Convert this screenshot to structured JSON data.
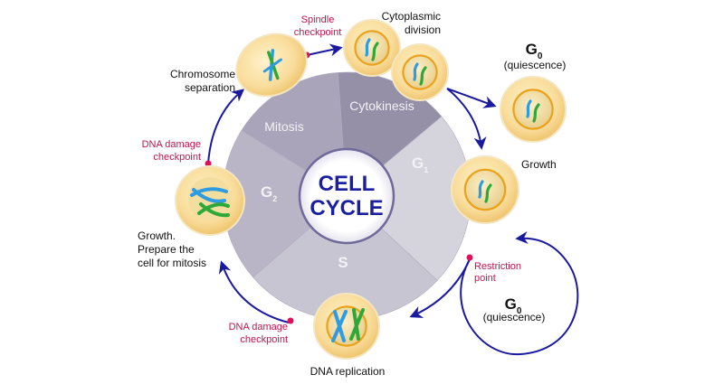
{
  "title": {
    "line1": "CELL",
    "line2": "CYCLE"
  },
  "segments": [
    {
      "id": "mitosis",
      "label": "Mitosis",
      "color": "#a9a4b9"
    },
    {
      "id": "cytokinesis",
      "label": "Cytokinesis",
      "color": "#958fa8"
    },
    {
      "id": "g1",
      "label": "G",
      "sub": "1",
      "color": "#d5d4dc"
    },
    {
      "id": "s",
      "label": "S",
      "color": "#c7c5d1"
    },
    {
      "id": "g2",
      "label": "G",
      "sub": "2",
      "color": "#b9b5c7"
    }
  ],
  "stage_labels": {
    "chromosome_separation": [
      "Chromosome",
      "separation"
    ],
    "cytoplasmic_division": [
      "Cytoplasmic",
      "division"
    ],
    "growth": "Growth",
    "dna_replication": "DNA replication",
    "g2_growth": [
      "Growth.",
      "Prepare the",
      "cell for mitosis"
    ],
    "g0_top": {
      "label": "G",
      "sub": "0",
      "desc": "(quiescence)"
    },
    "g0_bottom": {
      "label": "G",
      "sub": "0",
      "desc": "(quiescence)"
    }
  },
  "checkpoints": {
    "spindle": [
      "Spindle",
      "checkpoint"
    ],
    "dna_damage_g2": [
      "DNA damage",
      "checkpoint"
    ],
    "dna_damage_s": [
      "DNA damage",
      "checkpoint"
    ],
    "restriction": [
      "Restriction",
      "point"
    ]
  },
  "colors": {
    "arrow": "#1a1aa0",
    "checkpoint_dot": "#e0105a",
    "checkpoint_text": "#c4124f",
    "cell_outer": "#f9dc9a",
    "cell_nucleus": "#f0d48e",
    "nucleus_ring": "#eaa21c",
    "chromosome_blue": "#2f9be0",
    "chromosome_green": "#2fa83a",
    "center_fill": "#ffffff",
    "center_stroke": "#6f6a9a"
  }
}
